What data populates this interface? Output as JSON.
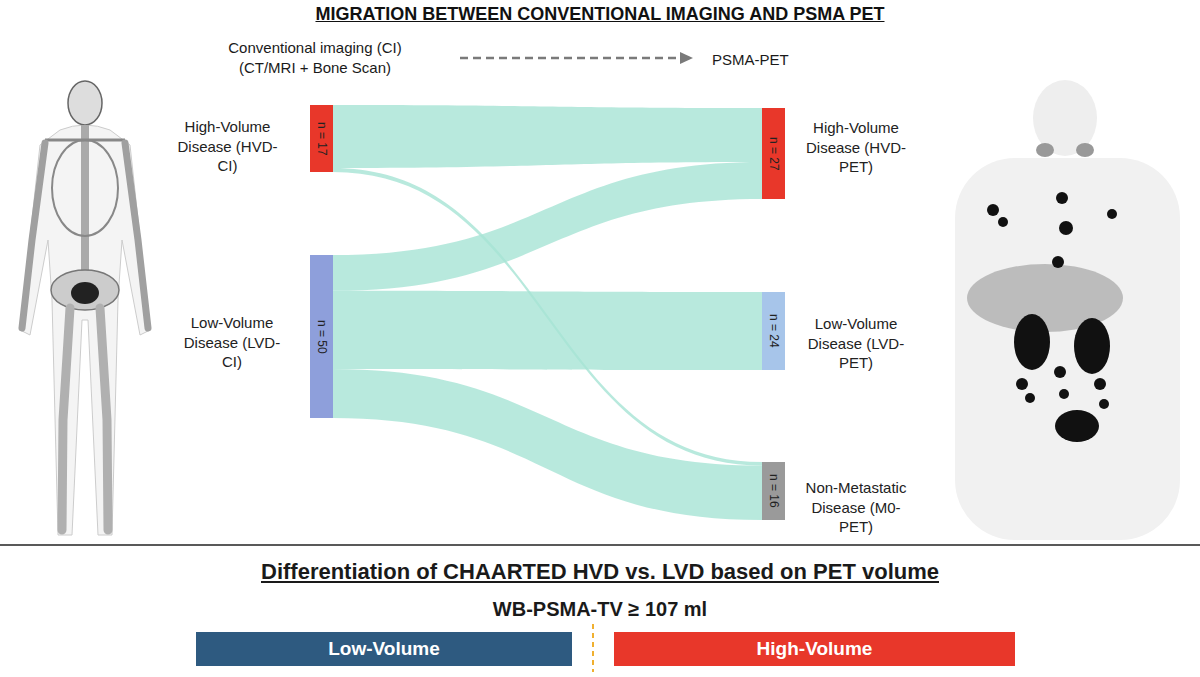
{
  "diagram": {
    "title": "MIGRATION BETWEEN CONVENTIONAL IMAGING AND PSMA PET",
    "nodes": [
      {
        "text": [
          "High-Volume Disease (HVD-CI)",
          "n = 17"
        ]
      },
      {
        "text": [
          "Low-Volume Disease (LVD-CI)",
          "n = 50"
        ]
      },
      {
        "text": [
          "High-Volume Disease (HVD-PET)",
          "n = 27"
        ]
      },
      {
        "text": [
          "Low-Volume Disease (LVD-PET)",
          "n = 24"
        ]
      },
      {
        "text": [
          "Non-Metastatic Disease (M0-PET)",
          "n = 16"
        ]
      },
      {
        "text": [
          "Low-Volume"
        ]
      },
      {
        "text": [
          "High-Volume"
        ]
      }
    ],
    "edges": [
      {
        "from": 0,
        "to": 2,
        "arrow": "none"
      },
      {
        "from": 0,
        "to": 4,
        "arrow": "none"
      },
      {
        "from": 1,
        "to": 2,
        "arrow": "none"
      },
      {
        "from": 1,
        "to": 3,
        "arrow": "none"
      },
      {
        "from": 1,
        "to": 4,
        "arrow": "none"
      }
    ],
    "labels": [
      "Conventional imaging (CI) (CT/MRI + Bone Scan)",
      "PSMA-PET",
      "Differentiation of CHAARTED HVD vs. LVD based on PET volume",
      "WB-PSMA-TV ≥ 107 ml"
    ]
  }
}
